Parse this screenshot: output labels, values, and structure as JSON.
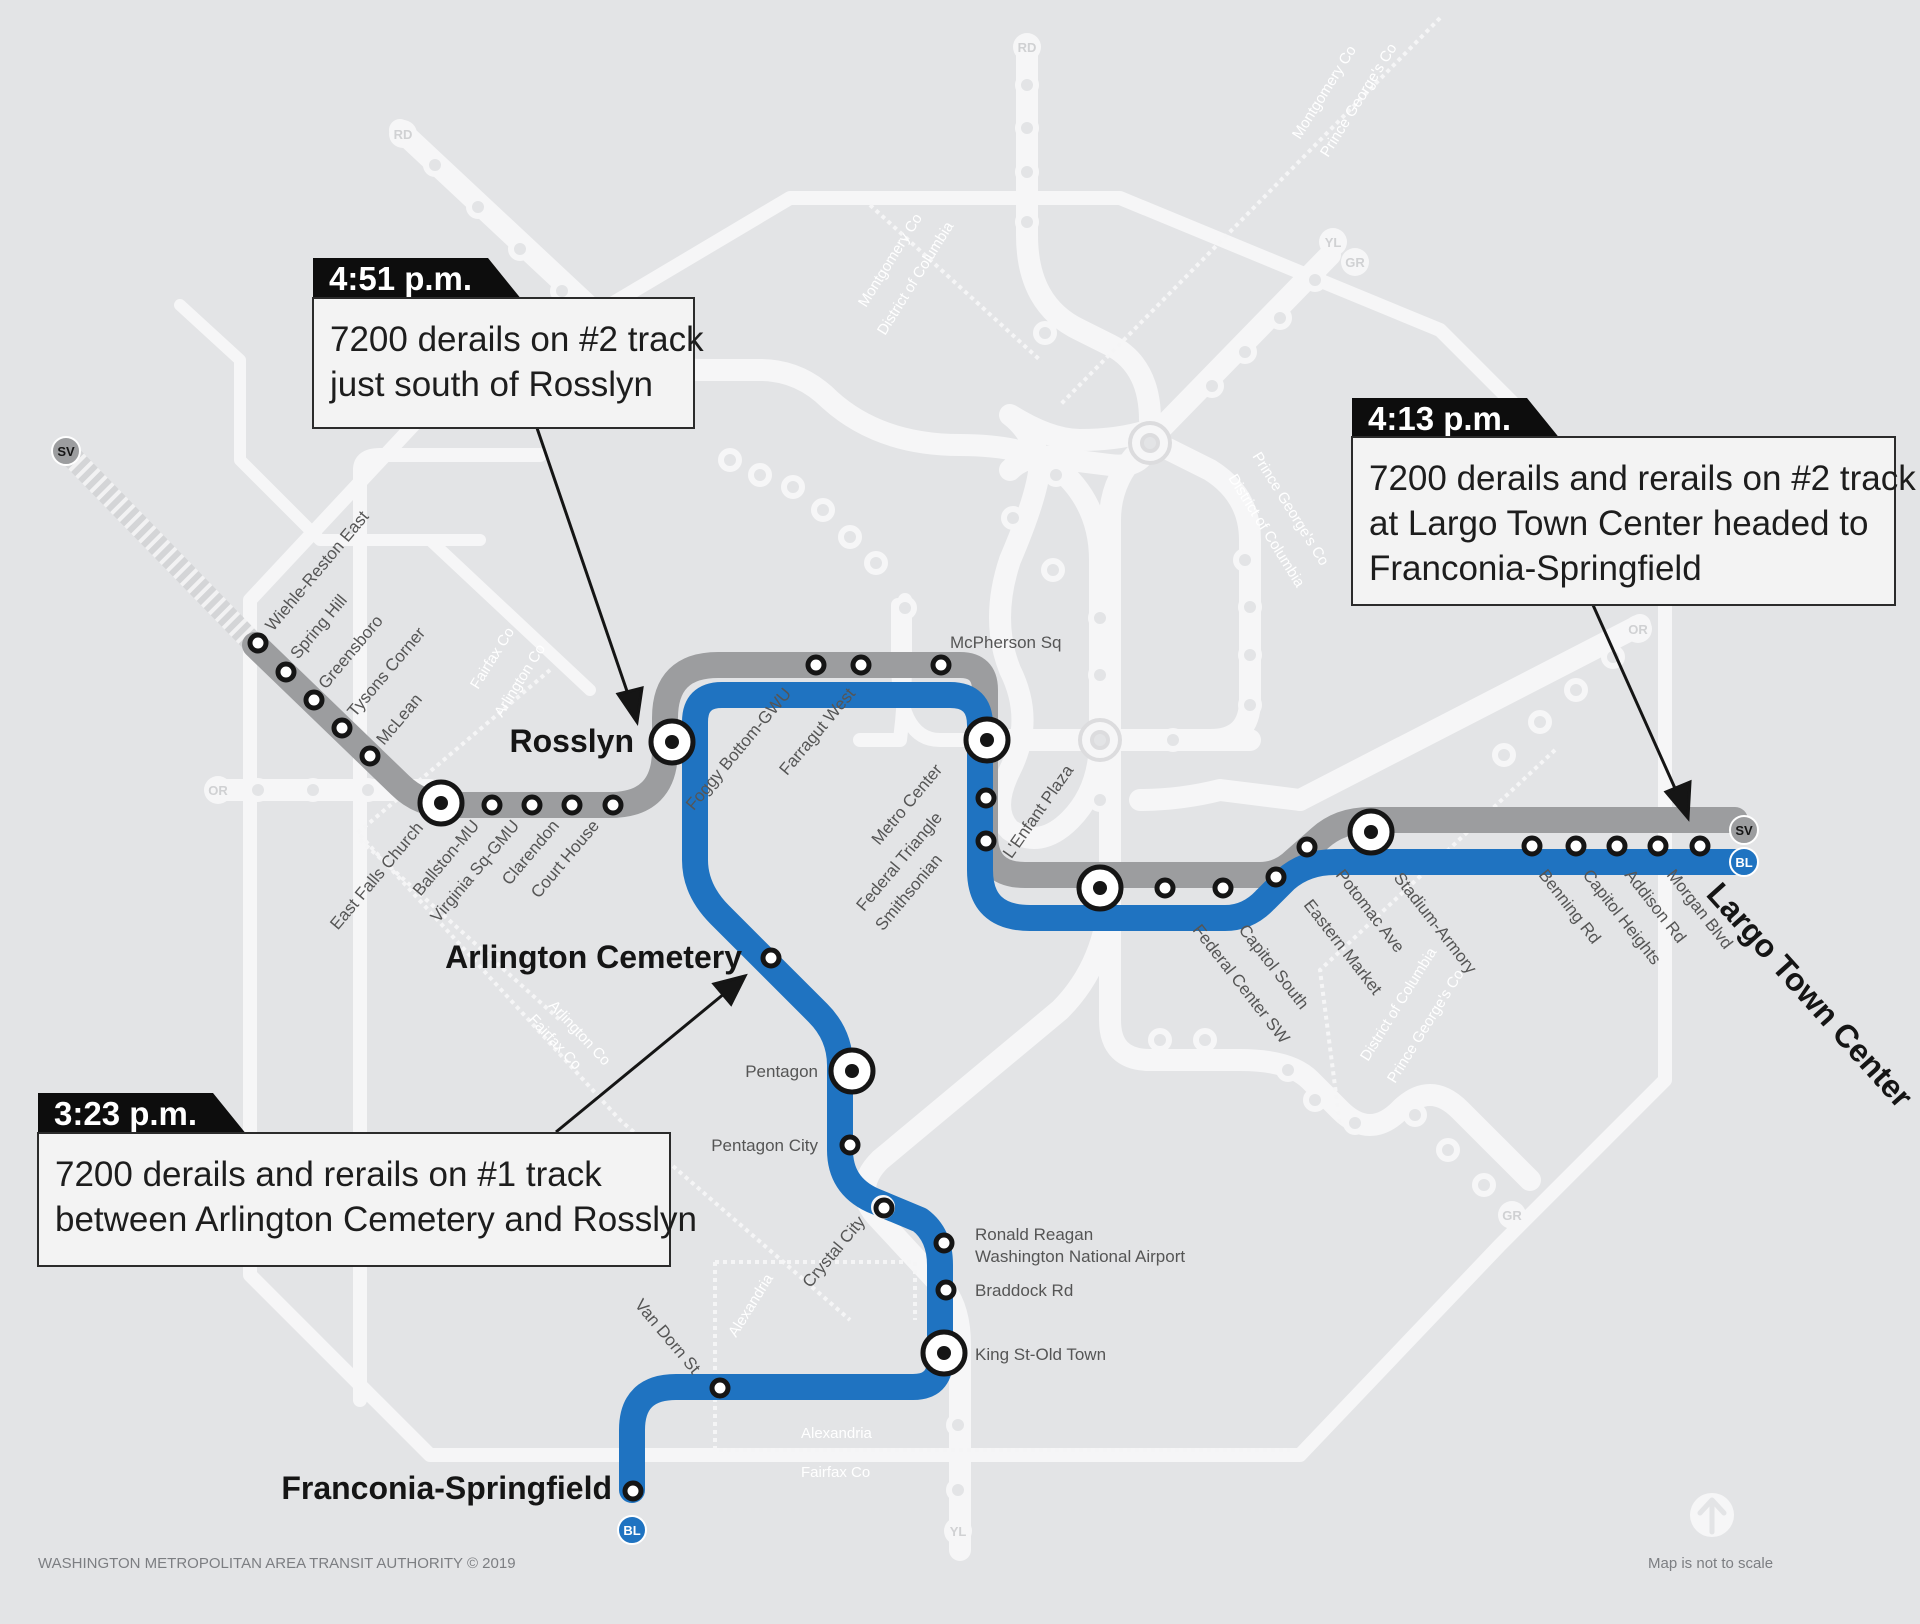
{
  "map": {
    "colors": {
      "background": "#e3e4e6",
      "ghost_line": "#f6f6f7",
      "silver_line": "#9c9d9f",
      "blue_line": "#1f73c1",
      "faint_text": "#ffffff",
      "station_text": "#555555",
      "emphasis_text": "#151515"
    },
    "line_badges": [
      {
        "id": "rd_top",
        "text": "RD"
      },
      {
        "id": "rd_left",
        "text": "RD"
      },
      {
        "id": "yl_top",
        "text": "YL"
      },
      {
        "id": "gr_top",
        "text": "GR"
      },
      {
        "id": "sv_top",
        "text": "SV"
      },
      {
        "id": "or_left",
        "text": "OR"
      },
      {
        "id": "or_right",
        "text": "OR"
      },
      {
        "id": "gr_bottom",
        "text": "GR"
      },
      {
        "id": "yl_bottom",
        "text": "YL"
      },
      {
        "id": "sv_east",
        "text": "SV"
      },
      {
        "id": "bl_east",
        "text": "BL"
      },
      {
        "id": "bl_south",
        "text": "BL"
      }
    ],
    "boundary_labels": [
      {
        "id": "montgomery_co_nw",
        "text": "Montgomery Co"
      },
      {
        "id": "dc_nw",
        "text": "District of Columbia"
      },
      {
        "id": "montgomery_co_ne",
        "text": "Montgomery Co"
      },
      {
        "id": "pg_co_ne",
        "text": "Prince George's Co"
      },
      {
        "id": "pg_co_e",
        "text": "Prince George's Co"
      },
      {
        "id": "dc_e",
        "text": "District of Columbia"
      },
      {
        "id": "fairfax_co_w",
        "text": "Fairfax Co"
      },
      {
        "id": "arlington_co_w",
        "text": "Arlington Co"
      },
      {
        "id": "arlington_co_sw",
        "text": "Arlington Co"
      },
      {
        "id": "fairfax_co_sw",
        "text": "Fairfax Co"
      },
      {
        "id": "dc_se",
        "text": "District of Columbia"
      },
      {
        "id": "pg_co_se",
        "text": "Prince George's Co"
      },
      {
        "id": "alexandria_s",
        "text": "Alexandria"
      },
      {
        "id": "alexandria_bottom",
        "text": "Alexandria"
      },
      {
        "id": "fairfax_co_bottom",
        "text": "Fairfax Co"
      }
    ],
    "stations": [
      {
        "id": "wiehle",
        "name": "Wiehle-Reston East"
      },
      {
        "id": "spring_hill",
        "name": "Spring Hill"
      },
      {
        "id": "greensboro",
        "name": "Greensboro"
      },
      {
        "id": "tysons",
        "name": "Tysons Corner"
      },
      {
        "id": "mclean",
        "name": "McLean"
      },
      {
        "id": "east_falls",
        "name": "East Falls Church"
      },
      {
        "id": "ballston",
        "name": "Ballston-MU"
      },
      {
        "id": "virginia_sq",
        "name": "Virginia Sq-GMU"
      },
      {
        "id": "clarendon",
        "name": "Clarendon"
      },
      {
        "id": "court_house",
        "name": "Court House"
      },
      {
        "id": "rosslyn",
        "name": "Rosslyn"
      },
      {
        "id": "foggy_bottom",
        "name": "Foggy Bottom-GWU"
      },
      {
        "id": "farragut_west",
        "name": "Farragut West"
      },
      {
        "id": "mcpherson",
        "name": "McPherson Sq"
      },
      {
        "id": "metro_center",
        "name": "Metro Center"
      },
      {
        "id": "federal_triangle",
        "name": "Federal Triangle"
      },
      {
        "id": "smithsonian",
        "name": "Smithsonian"
      },
      {
        "id": "lenfant",
        "name": "L'Enfant Plaza"
      },
      {
        "id": "federal_center",
        "name": "Federal Center SW"
      },
      {
        "id": "capitol_south",
        "name": "Capitol South"
      },
      {
        "id": "eastern_market",
        "name": "Eastern Market"
      },
      {
        "id": "potomac_ave",
        "name": "Potomac Ave"
      },
      {
        "id": "stadium_armory",
        "name": "Stadium-Armory"
      },
      {
        "id": "benning",
        "name": "Benning Rd"
      },
      {
        "id": "capitol_heights",
        "name": "Capitol Heights"
      },
      {
        "id": "addison",
        "name": "Addison Rd"
      },
      {
        "id": "morgan",
        "name": "Morgan Blvd"
      },
      {
        "id": "largo",
        "name": "Largo Town Center"
      },
      {
        "id": "arlington_cemetery",
        "name": "Arlington Cemetery"
      },
      {
        "id": "pentagon",
        "name": "Pentagon"
      },
      {
        "id": "pentagon_city",
        "name": "Pentagon City"
      },
      {
        "id": "crystal_city",
        "name": "Crystal City"
      },
      {
        "id": "reagan_1",
        "name": "Ronald Reagan"
      },
      {
        "id": "reagan_2",
        "name": "Washington National Airport"
      },
      {
        "id": "braddock",
        "name": "Braddock Rd"
      },
      {
        "id": "king_st",
        "name": "King St-Old Town"
      },
      {
        "id": "van_dorn",
        "name": "Van Dorn St"
      },
      {
        "id": "franconia",
        "name": "Franconia-Springfield"
      }
    ],
    "callouts": {
      "c451": {
        "time": "4:51 p.m.",
        "lines": [
          "7200 derails on #2 track",
          "just south of Rosslyn"
        ]
      },
      "c413": {
        "time": "4:13 p.m.",
        "lines": [
          "7200 derails and rerails on #2 track",
          "at Largo Town Center headed to",
          "Franconia-Springfield"
        ]
      },
      "c323": {
        "time": "3:23 p.m.",
        "lines": [
          "7200 derails and rerails on #1 track",
          "between Arlington Cemetery and Rosslyn"
        ]
      }
    },
    "footer": {
      "credit": "WASHINGTON METROPOLITAN AREA TRANSIT AUTHORITY © 2019",
      "scale_note": "Map is not to scale"
    },
    "icons": {
      "north_arrow": "north-arrow-icon"
    }
  }
}
